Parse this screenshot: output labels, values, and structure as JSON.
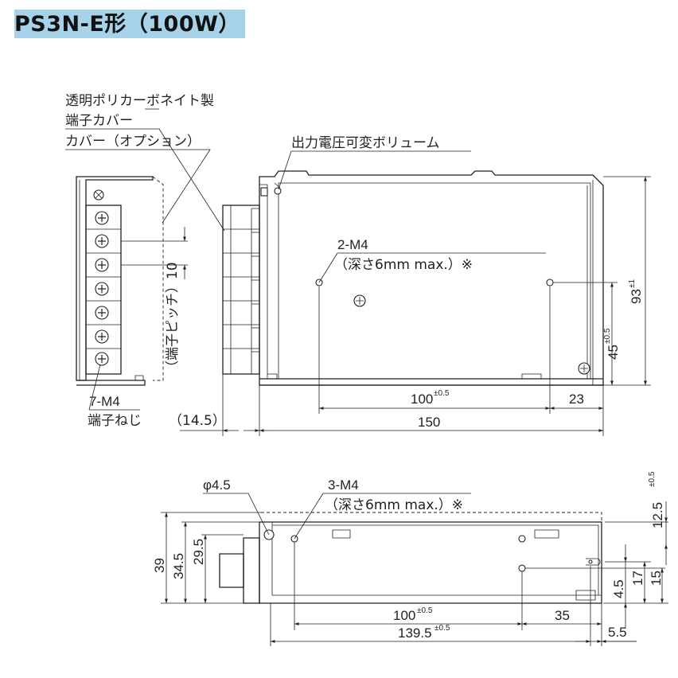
{
  "title": "PS3N-E形（100W）",
  "top_view": {
    "cover_note": "透明ポリカーボネイト製",
    "terminal_cover": "端子カバー",
    "cover_option": "カバー（オプション）",
    "volume_label": "出力電圧可変ボリューム",
    "mount_holes": "2-M4",
    "mount_note": "（深さ6mm max.）※",
    "pitch_label": "（端子ピッチ）10",
    "terminal_screws": "7-M4",
    "terminal_screws_label": "端子ねじ",
    "dim_14_5": "（14.5）",
    "dim_100": "100",
    "tol_05": "±0.5",
    "dim_23": "23",
    "dim_150": "150",
    "dim_93": "93",
    "tol_1": "±1",
    "dim_45": "45",
    "tol_45": "±0.5"
  },
  "side_view": {
    "phi": "φ4.5",
    "mount_holes": "3-M4",
    "mount_note": "（深さ6mm max.）※",
    "dim_39": "39",
    "dim_34_5": "34.5",
    "dim_29_5": "29.5",
    "dim_100": "100",
    "tol_100": "±0.5",
    "dim_35": "35",
    "dim_139_5": "139.5",
    "tol_139_5": "±0.5",
    "dim_5_5": "5.5",
    "dim_12_5": "12.5",
    "tol_12_5": "±0.5",
    "dim_4_5": "4.5",
    "dim_17": "17",
    "dim_15": "15"
  }
}
